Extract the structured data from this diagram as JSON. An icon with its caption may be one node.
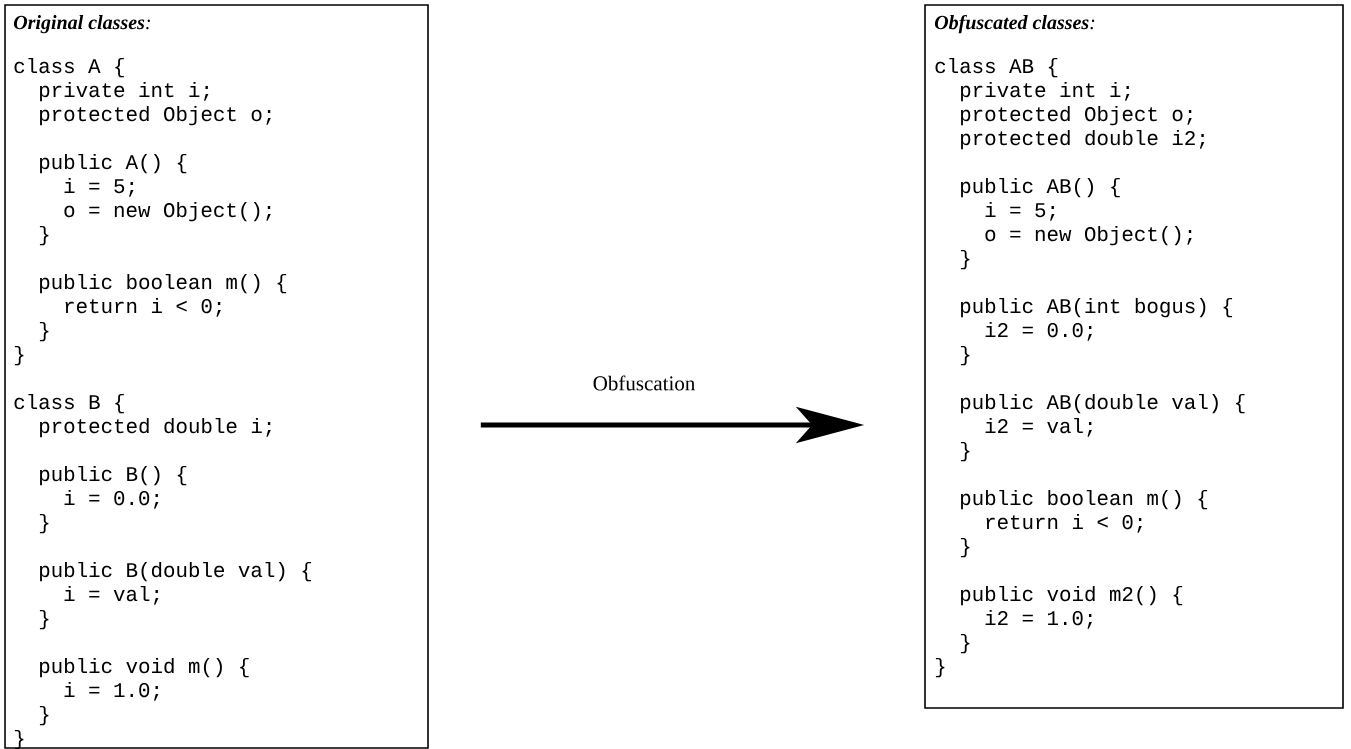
{
  "diagram": {
    "nodes": [
      {
        "text": [
          "**Original classes**:",
          "class A {",
          "private int i;",
          "protected Object o;",
          "public A() {",
          "i = 5;",
          "o = new Object();",
          "}",
          "public boolean m() {",
          "return i < 0;",
          "}",
          "}",
          "class B {",
          "protected double i;",
          "public B() {",
          "i = 0.0;",
          "}",
          "public B(double val) {",
          "i = val;",
          "}",
          "public void m() {",
          "i = 1.0;",
          "}",
          "}"
        ]
      },
      {
        "text": [
          "**Obfuscated classes**:",
          "class AB {",
          "private int i;",
          "protected Object o;",
          "protected double i2;",
          "public AB() {",
          "i = 5;",
          "o = new Object();",
          "}",
          "public AB(int bogus) {",
          "i2 = 0.0;",
          "}",
          "public AB(double val) {",
          "i2 = val;",
          "}",
          "public boolean m() {",
          "return i < 0;",
          "}",
          "public void m2() {",
          "i2 = 1.0;",
          "}",
          "}"
        ]
      }
    ],
    "edges": [
      {
        "from": 0,
        "to": 1,
        "arrow": "to",
        "label": "Obfuscation"
      }
    ]
  }
}
